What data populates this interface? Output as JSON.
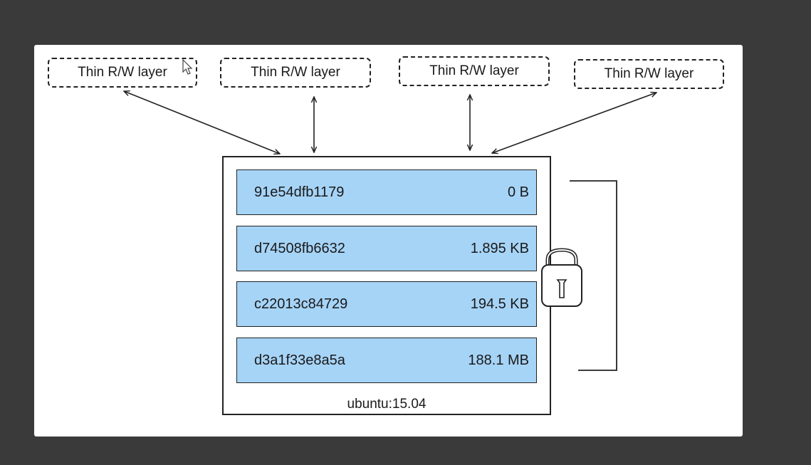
{
  "diagram": {
    "container_layers": [
      {
        "label": "Thin R/W layer"
      },
      {
        "label": "Thin R/W layer"
      },
      {
        "label": "Thin R/W layer"
      },
      {
        "label": "Thin R/W layer"
      }
    ],
    "image": {
      "name": "ubuntu:15.04",
      "layers": [
        {
          "id": "91e54dfb1179",
          "size": "0 B"
        },
        {
          "id": "d74508fb6632",
          "size": "1.895 KB"
        },
        {
          "id": "c22013c84729",
          "size": "194.5 KB"
        },
        {
          "id": "d3a1f33e8a5a",
          "size": "188.1 MB"
        }
      ]
    },
    "icons": {
      "lock": "lock-icon",
      "cursor": "mouse-cursor-icon"
    },
    "colors": {
      "background": "#3a3a3a",
      "slide": "#ffffff",
      "layer_fill": "#a6d4f7",
      "stroke": "#222222"
    }
  }
}
